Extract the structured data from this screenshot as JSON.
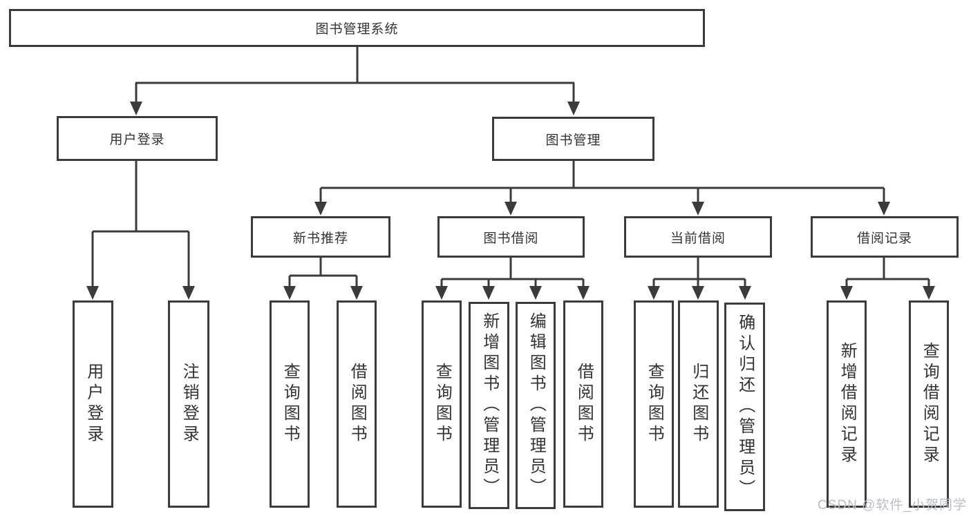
{
  "nodes": {
    "root": "图书管理系统",
    "l2": [
      "用户登录",
      "图书管理"
    ],
    "l3": [
      "新书推荐",
      "图书借阅",
      "当前借阅",
      "借阅记录"
    ],
    "l4": {
      "login": [
        "用户登录",
        "注销登录"
      ],
      "recommend": [
        "查询图书",
        "借阅图书"
      ],
      "borrow": [
        "查询图书",
        "新增图书（管理员）",
        "编辑图书（管理员）",
        "借阅图书"
      ],
      "current": [
        "查询图书",
        "归还图书",
        "确认归还（管理员）"
      ],
      "records": [
        "新增借阅记录",
        "查询借阅记录"
      ]
    }
  },
  "watermark": "CSDN @软件_小贺同学",
  "colors": {
    "line": "#3b3b3b",
    "text": "#333333",
    "background": "#ffffff",
    "watermark": "#b9bec6"
  }
}
